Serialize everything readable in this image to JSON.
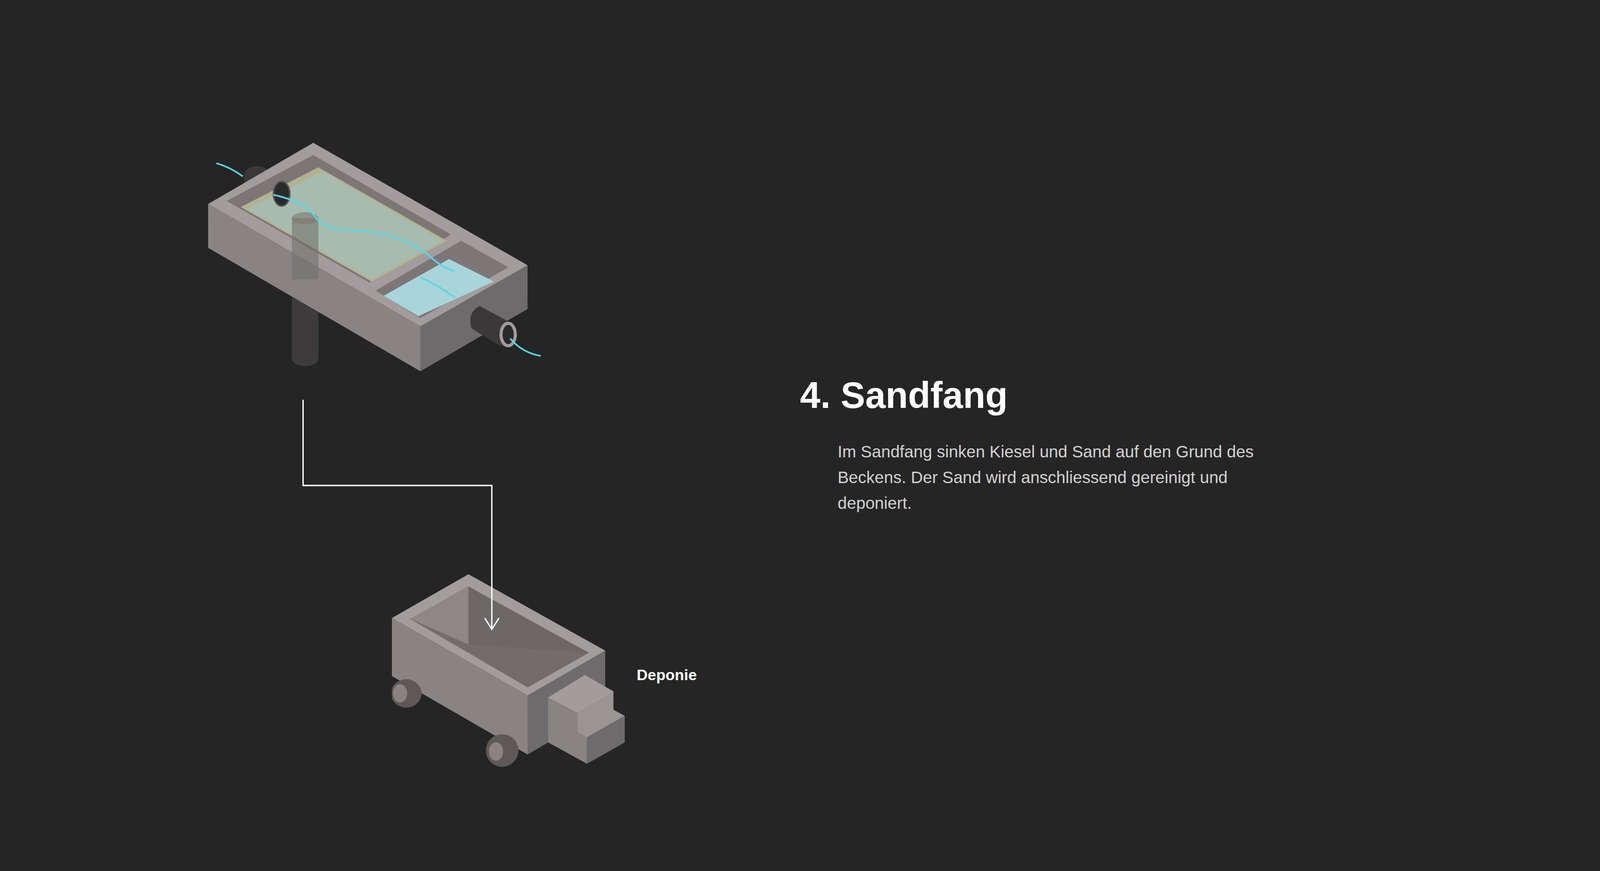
{
  "diagram": {
    "title": "4. Sandfang",
    "nodes": [
      {
        "text": [
          "Deponie"
        ]
      }
    ],
    "labels": [
      "Im Sandfang sinken Kiesel und Sand auf den Grund des Beckens. Der Sand wird anschliessend gereinigt und deponiert."
    ]
  }
}
